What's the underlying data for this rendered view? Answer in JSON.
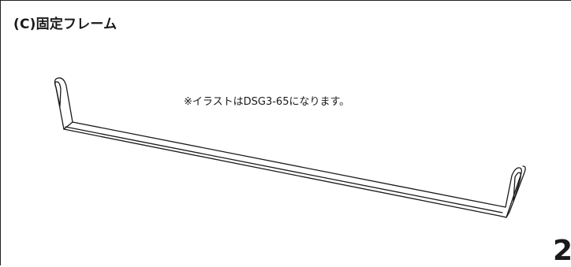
{
  "section": {
    "title": "(C)固定フレーム"
  },
  "illustration": {
    "icon": "fixed-frame-bar-illustration",
    "note": "※イラストはDSG3-65になります。"
  },
  "page": {
    "number": "2"
  },
  "colors": {
    "ink": "#1a1a1a",
    "border": "#222222",
    "background": "#ffffff"
  }
}
